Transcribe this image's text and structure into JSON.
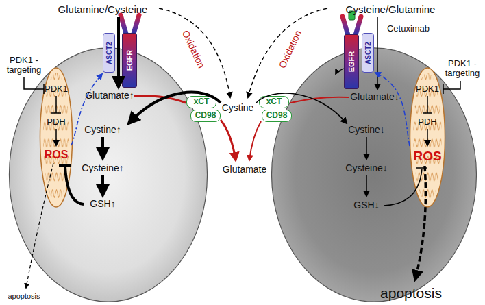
{
  "diagram": {
    "nodes": [
      {
        "text": [
          "Glutamate↑",
          "Cystine↑",
          "Cysteine↑",
          "GSH↑"
        ]
      },
      {
        "text": [
          "PDK1",
          "PDH",
          "ROS"
        ],
        "in": 0
      },
      {
        "text": [
          "ASCT2"
        ]
      },
      {
        "text": [
          "EGFR"
        ]
      },
      {
        "text": [
          "xCT"
        ]
      },
      {
        "text": [
          "CD98"
        ]
      },
      {
        "text": [
          "Glutamate↓",
          "Cystine↓",
          "Cysteine↓",
          "GSH↓"
        ]
      },
      {
        "text": [
          "PDK1",
          "PDH",
          "ROS"
        ],
        "in": 6
      },
      {
        "text": [
          "EGFR"
        ]
      },
      {
        "text": [
          "ASCT2"
        ]
      },
      {
        "text": [
          "xCT"
        ]
      },
      {
        "text": [
          "CD98"
        ]
      }
    ],
    "labels": [
      "Glutamine/Cysteine",
      "Cysteine/Glutamine",
      "Oxidation",
      "Oxidation",
      "Cystine",
      "Glutamate",
      "Cetuximab",
      "PDK1 -targeting",
      "PDK1 -targeting",
      "apoptosis",
      "apoptosis"
    ]
  }
}
